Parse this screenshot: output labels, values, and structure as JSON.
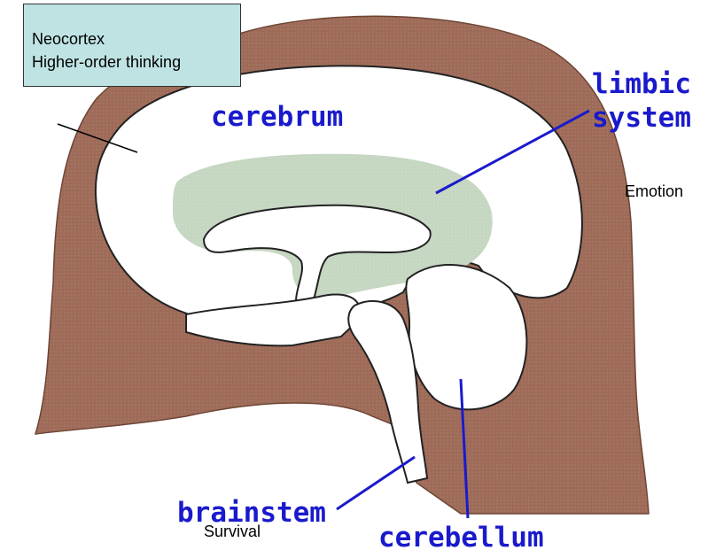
{
  "labels": {
    "cerebrum": "cerebrum",
    "limbic_line1": "limbic",
    "limbic_line2": "system",
    "brainstem": "brainstem",
    "cerebellum": "cerebellum",
    "emotion": "Emotion",
    "survival": "Survival"
  },
  "note": {
    "line1": "Neocortex",
    "line2": "Higher-order thinking"
  },
  "colors": {
    "skull": "#9e6b58",
    "limbic": "#c5d6c1",
    "label_blue": "#1a1acc",
    "note_bg": "#bfe3e3"
  }
}
